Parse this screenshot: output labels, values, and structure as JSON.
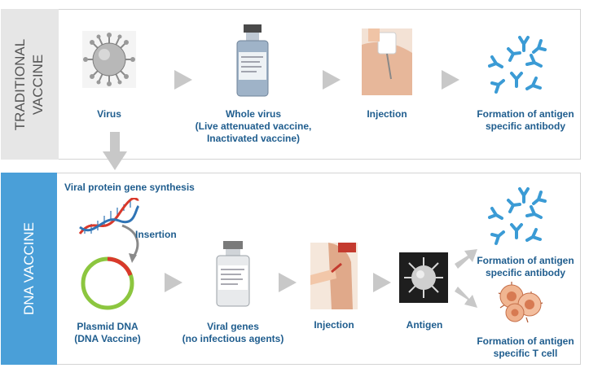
{
  "traditional": {
    "side_line1": "TRADITIONAL",
    "side_line2": "VACCINE",
    "virus": "Virus",
    "whole_virus_l1": "Whole virus",
    "whole_virus_l2": "(Live attenuated vaccine,",
    "whole_virus_l3": "Inactivated vaccine)",
    "injection": "Injection",
    "antibody_l1": "Formation of antigen",
    "antibody_l2": "specific antibody"
  },
  "dna": {
    "side_label": "DNA VACCINE",
    "synthesis": "Viral protein gene synthesis",
    "insertion": "Insertion",
    "plasmid_l1": "Plasmid DNA",
    "plasmid_l2": "(DNA Vaccine)",
    "viral_genes_l1": "Viral genes",
    "viral_genes_l2": "(no infectious agents)",
    "injection": "Injection",
    "antigen": "Antigen",
    "antibody_l1": "Formation of antigen",
    "antibody_l2": "specific antibody",
    "tcell_l1": "Formation of antigen",
    "tcell_l2": "specific T cell"
  },
  "colors": {
    "caption": "#1f5d8e",
    "trad_side_bg": "#e6e6e6",
    "trad_side_text": "#555555",
    "dna_side_bg": "#4a9fd8",
    "arrow": "#c8c8c8",
    "antibody": "#3b9bd5",
    "plasmid_green": "#8cc63f",
    "plasmid_red": "#d9392b"
  }
}
